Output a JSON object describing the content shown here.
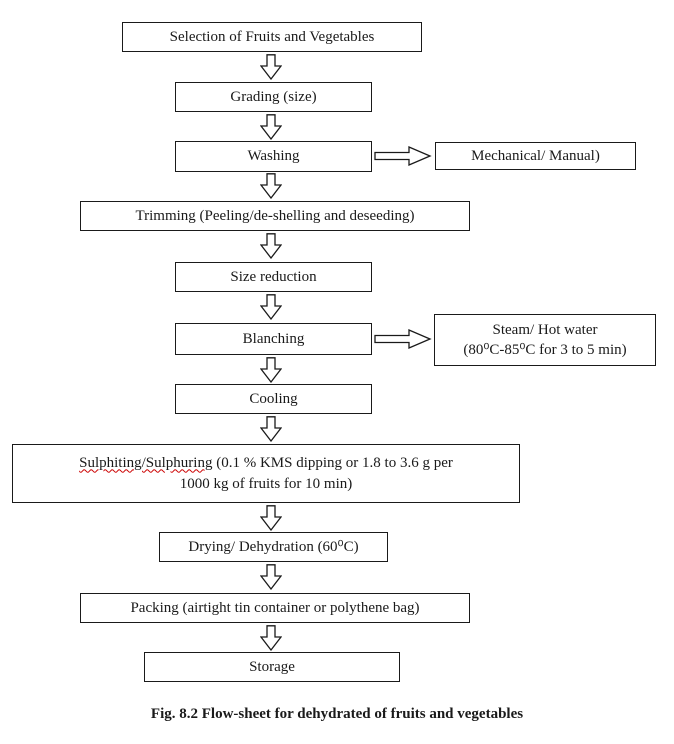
{
  "figure": {
    "caption": "Fig. 8.2 Flow-sheet for dehydrated of fruits and vegetables"
  },
  "flow": {
    "step1": "Selection of Fruits and Vegetables",
    "step2": "Grading (size)",
    "step3": "Washing",
    "step3_side": "Mechanical/ Manual)",
    "step4": "Trimming (Peeling/de-shelling and deseeding)",
    "step5": "Size reduction",
    "step6": "Blanching",
    "step6_side_line1": "Steam/ Hot water",
    "step6_side_line2": "(80⁰C-85⁰C for 3 to 5 min)",
    "step7": "Cooling",
    "step8_underlined": "Sulphiting/Sulphuring",
    "step8_rest": " (0.1 % KMS dipping or 1.8 to 3.6 g per",
    "step8_line2": "1000 kg of fruits for 10 min)",
    "step9": "Drying/ Dehydration (60⁰C)",
    "step10": "Packing (airtight tin container or polythene bag)",
    "step11": "Storage"
  }
}
